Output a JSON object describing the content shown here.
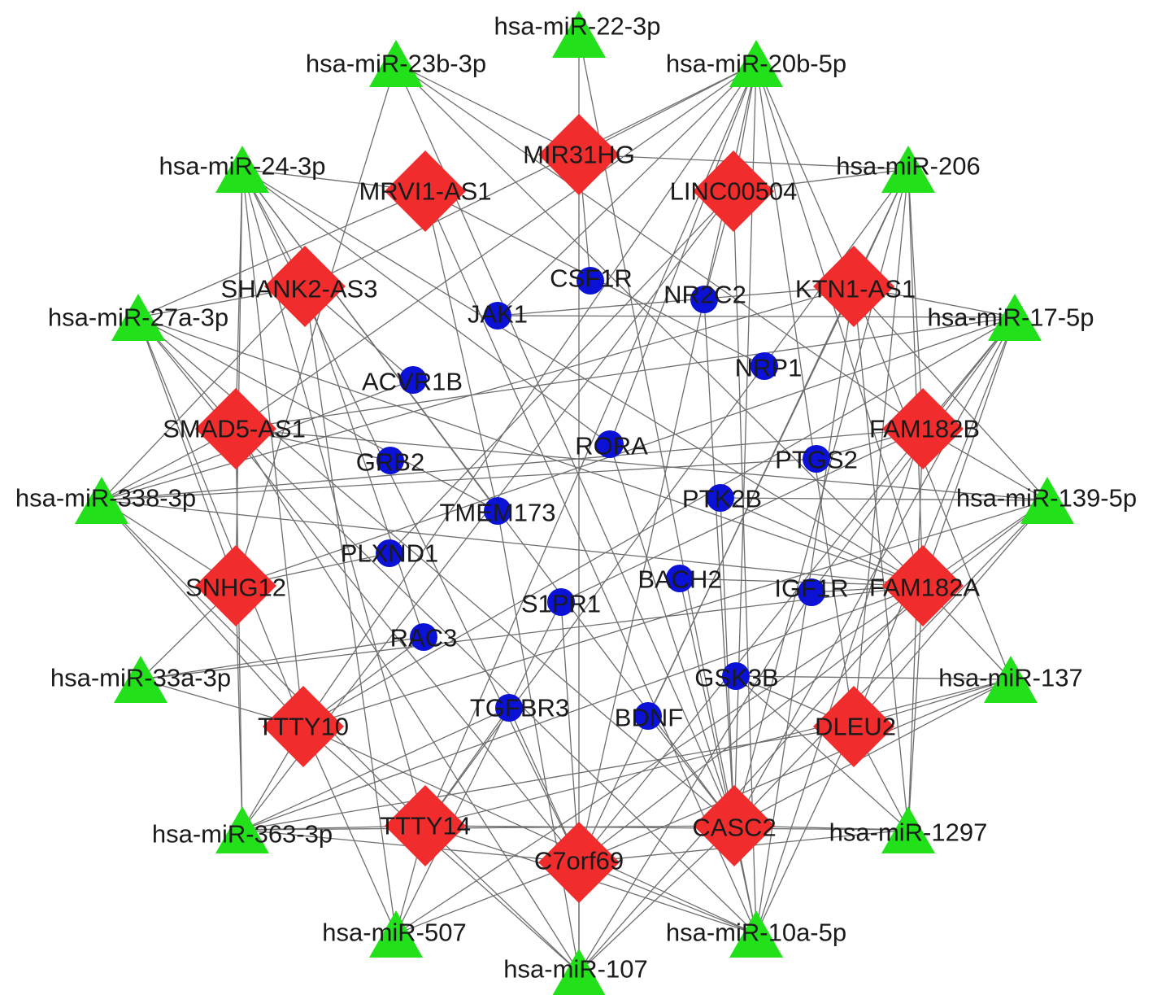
{
  "colors": {
    "mirna": "#22e01a",
    "lncrna": "#f02c2c",
    "mrna": "#0b12d6",
    "edge": "#6e6e6e"
  },
  "nodes": {
    "mirna": [
      {
        "id": "m22",
        "label": "hsa-miR-22-3p"
      },
      {
        "id": "m23b",
        "label": "hsa-miR-23b-3p"
      },
      {
        "id": "m20b",
        "label": "hsa-miR-20b-5p"
      },
      {
        "id": "m24",
        "label": "hsa-miR-24-3p"
      },
      {
        "id": "m206",
        "label": "hsa-miR-206"
      },
      {
        "id": "m27a",
        "label": "hsa-miR-27a-3p"
      },
      {
        "id": "m17",
        "label": "hsa-miR-17-5p"
      },
      {
        "id": "m338",
        "label": "hsa-miR-338-3p"
      },
      {
        "id": "m139",
        "label": "hsa-miR-139-5p"
      },
      {
        "id": "m33a",
        "label": "hsa-miR-33a-3p"
      },
      {
        "id": "m137",
        "label": "hsa-miR-137"
      },
      {
        "id": "m363",
        "label": "hsa-miR-363-3p"
      },
      {
        "id": "m1297",
        "label": "hsa-miR-1297"
      },
      {
        "id": "m507",
        "label": "hsa-miR-507"
      },
      {
        "id": "m10a",
        "label": "hsa-miR-10a-5p"
      },
      {
        "id": "m107",
        "label": "hsa-miR-107"
      }
    ],
    "lncrna": [
      {
        "id": "MIR31HG",
        "label": "MIR31HG"
      },
      {
        "id": "MRVI1",
        "label": "MRVI1-AS1"
      },
      {
        "id": "LINC",
        "label": "LINC00504"
      },
      {
        "id": "KTN1",
        "label": "KTN1-AS1"
      },
      {
        "id": "SHANK2",
        "label": "SHANK2-AS3"
      },
      {
        "id": "SMAD5",
        "label": "SMAD5-AS1"
      },
      {
        "id": "FAM182B",
        "label": "FAM182B"
      },
      {
        "id": "SNHG12",
        "label": "SNHG12"
      },
      {
        "id": "FAM182A",
        "label": "FAM182A"
      },
      {
        "id": "TTTY10",
        "label": "TTTY10"
      },
      {
        "id": "DLEU2",
        "label": "DLEU2"
      },
      {
        "id": "TTTY14",
        "label": "TTTY14"
      },
      {
        "id": "CASC2",
        "label": "CASC2"
      },
      {
        "id": "C7orf69",
        "label": "C7orf69"
      }
    ],
    "mrna": [
      {
        "id": "CSF1R",
        "label": "CSF1R"
      },
      {
        "id": "JAK1",
        "label": "JAK1"
      },
      {
        "id": "NR2C2",
        "label": "NR2C2"
      },
      {
        "id": "NRP1",
        "label": "NRP1"
      },
      {
        "id": "ACVR1B",
        "label": "ACVR1B"
      },
      {
        "id": "RORA",
        "label": "RORA"
      },
      {
        "id": "PTGS2",
        "label": "PTGS2"
      },
      {
        "id": "GRB2",
        "label": "GRB2"
      },
      {
        "id": "TMEM173",
        "label": "TMEM173"
      },
      {
        "id": "PTK2B",
        "label": "PTK2B"
      },
      {
        "id": "PLXND1",
        "label": "PLXND1"
      },
      {
        "id": "BACH2",
        "label": "BACH2"
      },
      {
        "id": "IGF1R",
        "label": "IGF1R"
      },
      {
        "id": "S1PR1",
        "label": "S1PR1"
      },
      {
        "id": "RAC3",
        "label": "RAC3"
      },
      {
        "id": "GSK3B",
        "label": "GSK3B"
      },
      {
        "id": "TGFBR3",
        "label": "TGFBR3"
      },
      {
        "id": "BDNF",
        "label": "BDNF"
      }
    ]
  },
  "edges": [
    [
      "m22",
      "MIR31HG"
    ],
    [
      "m22",
      "CASC2"
    ],
    [
      "m23b",
      "MIR31HG"
    ],
    [
      "m23b",
      "FAM182A"
    ],
    [
      "m23b",
      "CASC2"
    ],
    [
      "m23b",
      "FAM182B"
    ],
    [
      "m23b",
      "SNHG12"
    ],
    [
      "m20b",
      "LINC"
    ],
    [
      "m20b",
      "KTN1"
    ],
    [
      "m20b",
      "SHANK2"
    ],
    [
      "m20b",
      "SMAD5"
    ],
    [
      "m20b",
      "TTTY10"
    ],
    [
      "m20b",
      "TTTY14"
    ],
    [
      "m20b",
      "CASC2"
    ],
    [
      "m20b",
      "DLEU2"
    ],
    [
      "m20b",
      "FAM182A"
    ],
    [
      "m20b",
      "C7orf69"
    ],
    [
      "m20b",
      "MIR31HG"
    ],
    [
      "m20b",
      "JAK1"
    ],
    [
      "m20b",
      "RORA"
    ],
    [
      "m24",
      "MRVI1"
    ],
    [
      "m24",
      "SHANK2"
    ],
    [
      "m24",
      "SMAD5"
    ],
    [
      "m24",
      "TTTY10"
    ],
    [
      "m24",
      "TTTY14"
    ],
    [
      "m24",
      "FAM182A"
    ],
    [
      "m24",
      "CASC2"
    ],
    [
      "m24",
      "SNHG12"
    ],
    [
      "m24",
      "C7orf69"
    ],
    [
      "m24",
      "TMEM173"
    ],
    [
      "m24",
      "RORA"
    ],
    [
      "m206",
      "LINC"
    ],
    [
      "m206",
      "KTN1"
    ],
    [
      "m206",
      "FAM182B"
    ],
    [
      "m206",
      "FAM182A"
    ],
    [
      "m206",
      "DLEU2"
    ],
    [
      "m206",
      "CASC2"
    ],
    [
      "m206",
      "C7orf69"
    ],
    [
      "m206",
      "TTTY14"
    ],
    [
      "m206",
      "MIR31HG"
    ],
    [
      "m27a",
      "SHANK2"
    ],
    [
      "m27a",
      "SMAD5"
    ],
    [
      "m27a",
      "SNHG12"
    ],
    [
      "m27a",
      "TTTY10"
    ],
    [
      "m27a",
      "MRVI1"
    ],
    [
      "m27a",
      "FAM182A"
    ],
    [
      "m27a",
      "CASC2"
    ],
    [
      "m27a",
      "C7orf69"
    ],
    [
      "m27a",
      "TMEM173"
    ],
    [
      "m17",
      "KTN1"
    ],
    [
      "m17",
      "FAM182B"
    ],
    [
      "m17",
      "FAM182A"
    ],
    [
      "m17",
      "SMAD5"
    ],
    [
      "m17",
      "SNHG12"
    ],
    [
      "m17",
      "TTTY10"
    ],
    [
      "m17",
      "CASC2"
    ],
    [
      "m17",
      "DLEU2"
    ],
    [
      "m17",
      "C7orf69"
    ],
    [
      "m17",
      "JAK1"
    ],
    [
      "m17",
      "IGF1R"
    ],
    [
      "m338",
      "SMAD5"
    ],
    [
      "m338",
      "SNHG12"
    ],
    [
      "m338",
      "SHANK2"
    ],
    [
      "m338",
      "TTTY10"
    ],
    [
      "m338",
      "FAM182A"
    ],
    [
      "m338",
      "KTN1"
    ],
    [
      "m338",
      "FAM182B"
    ],
    [
      "m338",
      "TTTY14"
    ],
    [
      "m338",
      "ACVR1B"
    ],
    [
      "m338",
      "PTGS2"
    ],
    [
      "m139",
      "FAM182A"
    ],
    [
      "m139",
      "FAM182B"
    ],
    [
      "m139",
      "KTN1"
    ],
    [
      "m139",
      "DLEU2"
    ],
    [
      "m139",
      "SMAD5"
    ],
    [
      "m139",
      "CASC2"
    ],
    [
      "m139",
      "TTTY10"
    ],
    [
      "m139",
      "C7orf69"
    ],
    [
      "m139",
      "PTK2B"
    ],
    [
      "m33a",
      "SNHG12"
    ],
    [
      "m33a",
      "TTTY10"
    ],
    [
      "m33a",
      "RAC3"
    ],
    [
      "m33a",
      "FAM182A"
    ],
    [
      "m137",
      "FAM182A"
    ],
    [
      "m137",
      "DLEU2"
    ],
    [
      "m137",
      "KTN1"
    ],
    [
      "m137",
      "TTTY14"
    ],
    [
      "m137",
      "C7orf69"
    ],
    [
      "m137",
      "GSK3B"
    ],
    [
      "m137",
      "CASC2"
    ],
    [
      "m363",
      "TTTY10"
    ],
    [
      "m363",
      "TTTY14"
    ],
    [
      "m363",
      "SNHG12"
    ],
    [
      "m363",
      "SMAD5"
    ],
    [
      "m363",
      "CASC2"
    ],
    [
      "m363",
      "DLEU2"
    ],
    [
      "m363",
      "FAM182A"
    ],
    [
      "m363",
      "C7orf69"
    ],
    [
      "m363",
      "TGFBR3"
    ],
    [
      "m363",
      "LINC"
    ],
    [
      "m1297",
      "DLEU2"
    ],
    [
      "m1297",
      "CASC2"
    ],
    [
      "m1297",
      "FAM182A"
    ],
    [
      "m1297",
      "FAM182B"
    ],
    [
      "m1297",
      "KTN1"
    ],
    [
      "m1297",
      "TTTY14"
    ],
    [
      "m1297",
      "C7orf69"
    ],
    [
      "m1297",
      "GSK3B"
    ],
    [
      "m507",
      "TTTY14"
    ],
    [
      "m507",
      "C7orf69"
    ],
    [
      "m507",
      "TTTY10"
    ],
    [
      "m507",
      "SHANK2"
    ],
    [
      "m507",
      "FAM182A"
    ],
    [
      "m507",
      "S1PR1"
    ],
    [
      "m10a",
      "CASC2"
    ],
    [
      "m10a",
      "C7orf69"
    ],
    [
      "m10a",
      "DLEU2"
    ],
    [
      "m10a",
      "TTTY14"
    ],
    [
      "m10a",
      "FAM182B"
    ],
    [
      "m10a",
      "KTN1"
    ],
    [
      "m10a",
      "LINC"
    ],
    [
      "m10a",
      "MRVI1"
    ],
    [
      "m10a",
      "SMAD5"
    ],
    [
      "m10a",
      "TTTY10"
    ],
    [
      "m10a",
      "BACH2"
    ],
    [
      "m107",
      "C7orf69"
    ],
    [
      "m107",
      "TTTY14"
    ],
    [
      "m107",
      "CASC2"
    ],
    [
      "m107",
      "FAM182A"
    ],
    [
      "m107",
      "TTTY10"
    ],
    [
      "m107",
      "SMAD5"
    ],
    [
      "m107",
      "MIR31HG"
    ],
    [
      "m107",
      "TMEM173"
    ],
    [
      "m107",
      "IGF1R"
    ],
    [
      "MIR31HG",
      "CSF1R"
    ],
    [
      "MRVI1",
      "NRP1"
    ],
    [
      "MRVI1",
      "TMEM173"
    ],
    [
      "LINC",
      "NR2C2"
    ],
    [
      "LINC",
      "PLXND1"
    ],
    [
      "KTN1",
      "JAK1"
    ],
    [
      "KTN1",
      "BDNF"
    ],
    [
      "SHANK2",
      "ACVR1B"
    ],
    [
      "SHANK2",
      "RAC3"
    ],
    [
      "SMAD5",
      "GRB2"
    ],
    [
      "FAM182B",
      "PTGS2"
    ],
    [
      "FAM182B",
      "S1PR1"
    ],
    [
      "SNHG12",
      "PLXND1"
    ],
    [
      "FAM182A",
      "BACH2"
    ],
    [
      "FAM182A",
      "IGF1R"
    ],
    [
      "FAM182A",
      "PTK2B"
    ],
    [
      "TTTY10",
      "RAC3"
    ],
    [
      "DLEU2",
      "GSK3B"
    ],
    [
      "TTTY14",
      "TGFBR3"
    ],
    [
      "CASC2",
      "BDNF"
    ],
    [
      "CASC2",
      "RORA"
    ],
    [
      "CASC2",
      "NR2C2"
    ],
    [
      "CASC2",
      "PTK2B"
    ],
    [
      "C7orf69",
      "TGFBR3"
    ],
    [
      "C7orf69",
      "S1PR1"
    ]
  ]
}
